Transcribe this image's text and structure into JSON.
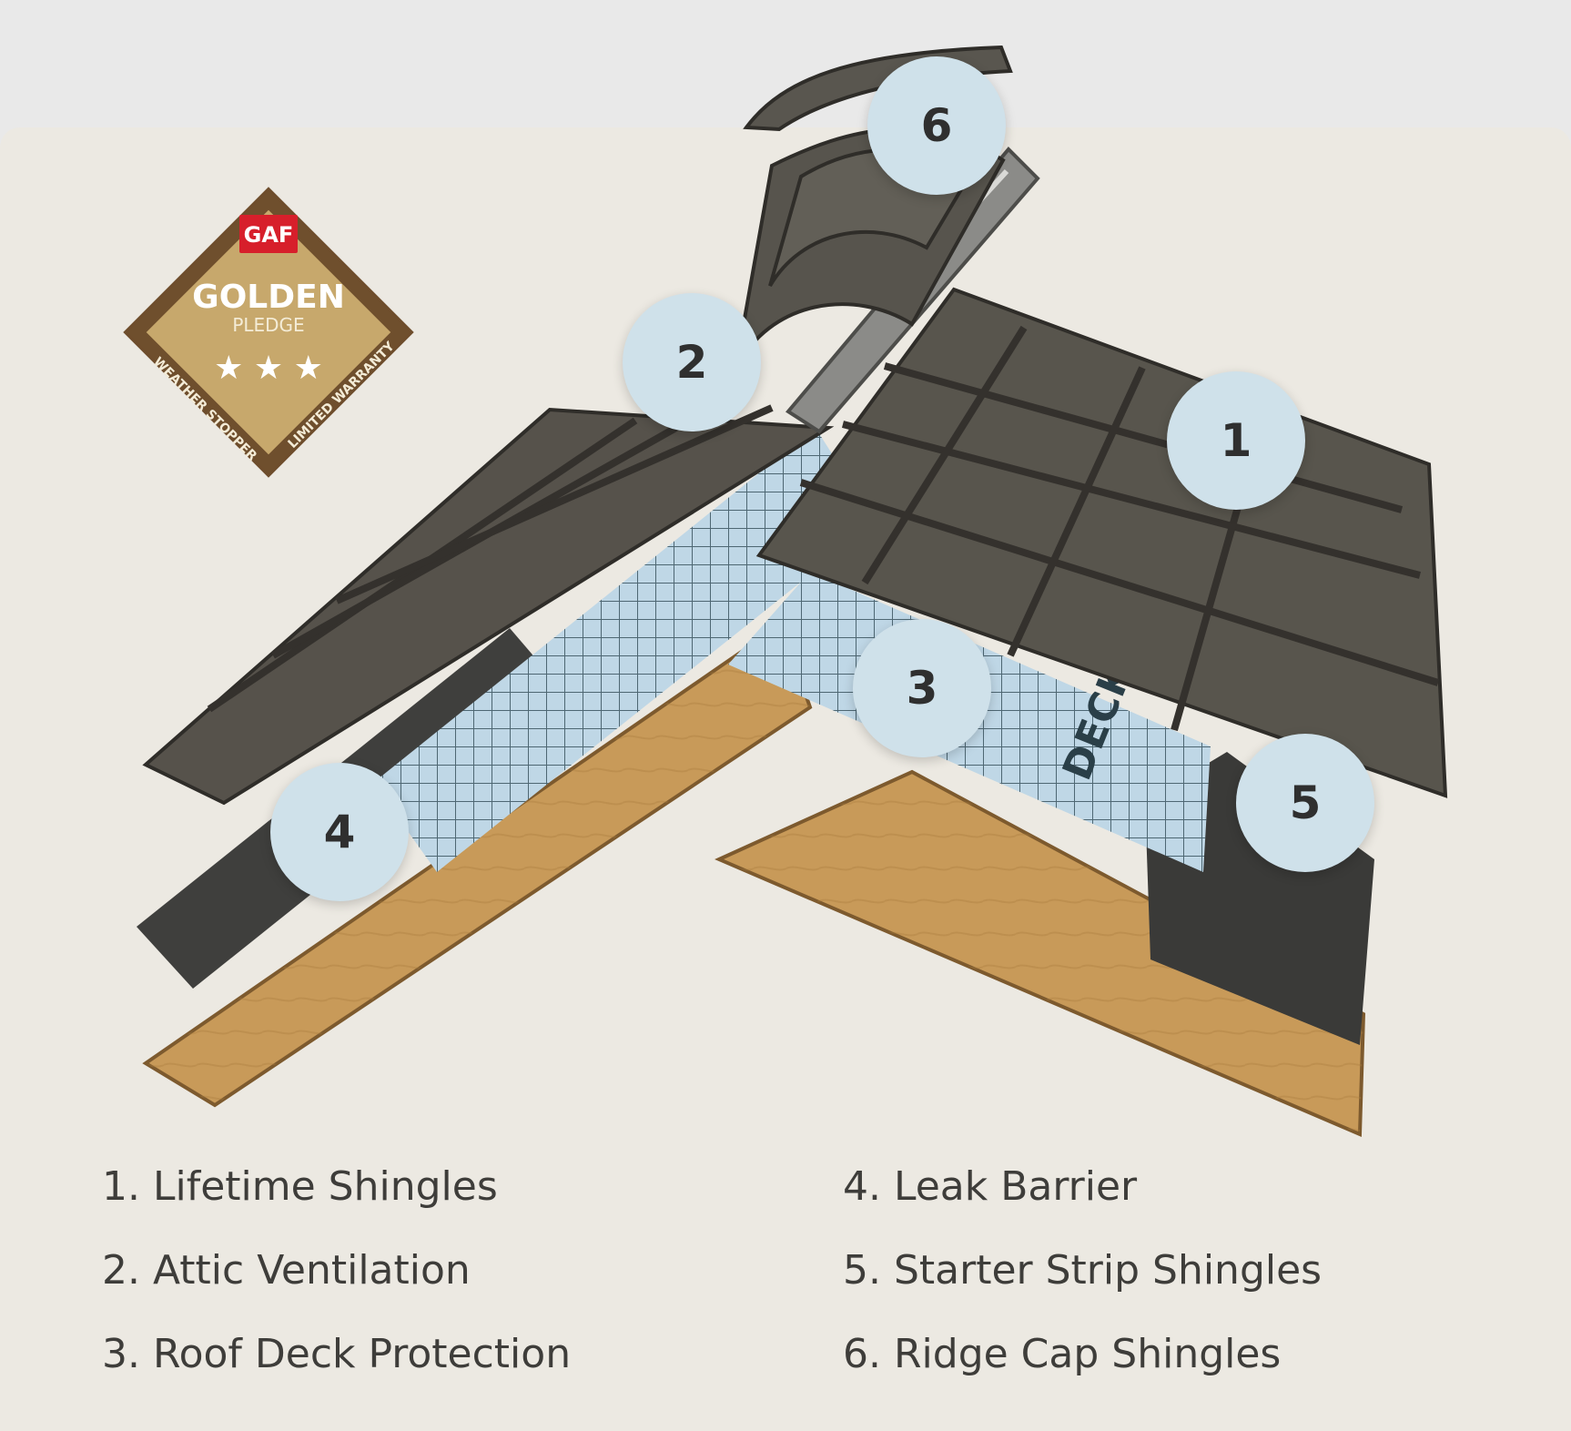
{
  "badge": {
    "brand": "GAF",
    "title": "GOLDEN",
    "subtitle": "PLEDGE",
    "left_arc": "WEATHER STOPPER",
    "right_arc": "LIMITED WARRANTY"
  },
  "underlayment": {
    "brand": "DECK"
  },
  "markers": [
    {
      "number": "1"
    },
    {
      "number": "2"
    },
    {
      "number": "3"
    },
    {
      "number": "4"
    },
    {
      "number": "5"
    },
    {
      "number": "6"
    }
  ],
  "legend": {
    "items": [
      {
        "label": "1. Lifetime Shingles"
      },
      {
        "label": "2. Attic Ventilation"
      },
      {
        "label": "3. Roof Deck Protection"
      },
      {
        "label": "4. Leak Barrier"
      },
      {
        "label": "5. Starter Strip Shingles"
      },
      {
        "label": "6. Ridge Cap Shingles"
      }
    ]
  },
  "colors": {
    "shingle": "#4f4c45",
    "deck": "#c89a59",
    "marker": "#cfe1ea",
    "badge_gold": "#c7a86c",
    "badge_red": "#d71f2b"
  }
}
